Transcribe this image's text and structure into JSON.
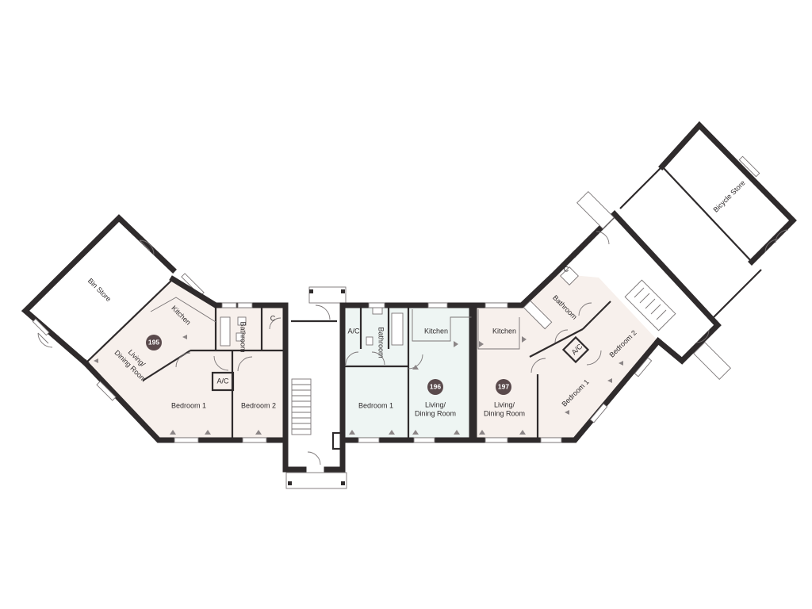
{
  "colors": {
    "wall": "#2f2b2c",
    "apartment_195_fill": "#f7f0ec",
    "apartment_196_fill": "#eef5f3",
    "apartment_197_fill": "#f7f0ec",
    "badge": "#5a4a4c",
    "background": "#ffffff"
  },
  "apartments": [
    {
      "number": "195"
    },
    {
      "number": "196"
    },
    {
      "number": "197"
    }
  ],
  "labels": {
    "bin_store": "Bin Store",
    "bicycle_store": "Bicycle Store",
    "a195_kitchen": "Kitchen",
    "a195_living_1": "Living/",
    "a195_living_2": "Dining Room",
    "a195_bathroom": "Bathroom",
    "a195_cupboard": "C",
    "a195_ac": "A/C",
    "a195_bedroom1": "Bedroom 1",
    "a195_bedroom2": "Bedroom 2",
    "a196_ac": "A/C",
    "a196_bathroom": "Bathroom",
    "a196_kitchen": "Kitchen",
    "a196_bedroom1": "Bedroom 1",
    "a196_living_1": "Living/",
    "a196_living_2": "Dining Room",
    "a197_kitchen": "Kitchen",
    "a197_living_1": "Living/",
    "a197_living_2": "Dining Room",
    "a197_cupboard": "C",
    "a197_bathroom": "Bathroom",
    "a197_ac": "A/C",
    "a197_bedroom1": "Bedroom 1",
    "a197_bedroom2": "Bedroom 2"
  }
}
